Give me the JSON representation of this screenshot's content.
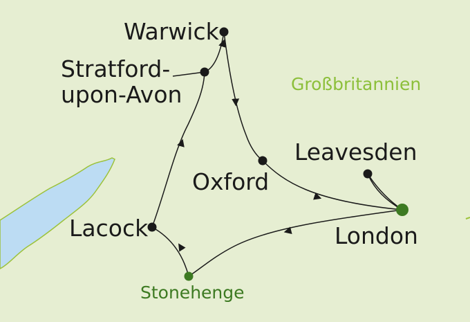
{
  "map": {
    "country_label": "Großbritannien",
    "cities": {
      "warwick": "Warwick",
      "stratford_line1": "Stratford-",
      "stratford_line2": "upon-Avon",
      "oxford": "Oxford",
      "leavesden": "Leavesden",
      "london": "London",
      "lacock": "Lacock",
      "stonehenge": "Stonehenge"
    },
    "colors": {
      "land": "#e6eed2",
      "water": "#bcdcf3",
      "coast": "#9cc23a",
      "route": "#1a1a1a",
      "city_dot": "#1a1a1a",
      "highlight_dot": "#3d7a22",
      "highlight_text": "#3d7a22",
      "country_text": "#8cbf3a"
    }
  }
}
